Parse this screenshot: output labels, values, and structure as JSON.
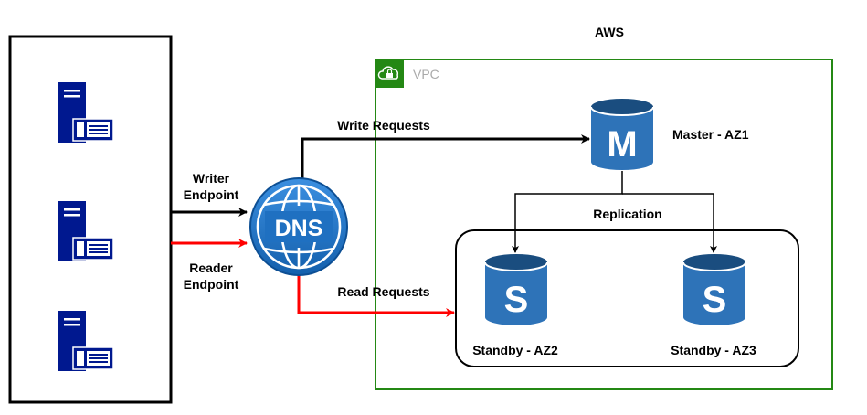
{
  "aws_label": "AWS",
  "vpc_label": "VPC",
  "dns_label": "DNS",
  "writer_endpoint": [
    "Writer",
    "Endpoint"
  ],
  "reader_endpoint": [
    "Reader",
    "Endpoint"
  ],
  "write_requests": "Write Requests",
  "read_requests": "Read Requests",
  "replication": "Replication",
  "master": {
    "letter": "M",
    "label": "Master - AZ1"
  },
  "standby_az2": {
    "letter": "S",
    "label": "Standby - AZ2"
  },
  "standby_az3": {
    "letter": "S",
    "label": "Standby - AZ3"
  },
  "servers": [
    "server-icon",
    "server-icon",
    "server-icon"
  ],
  "colors": {
    "write_line": "#000000",
    "read_line": "#ff0000",
    "vpc_border": "#248814",
    "db_blue": "#2e73b8",
    "db_dark": "#1a4d7f",
    "server_navy": "#00188f",
    "dns_blue": "#1f70c1"
  }
}
